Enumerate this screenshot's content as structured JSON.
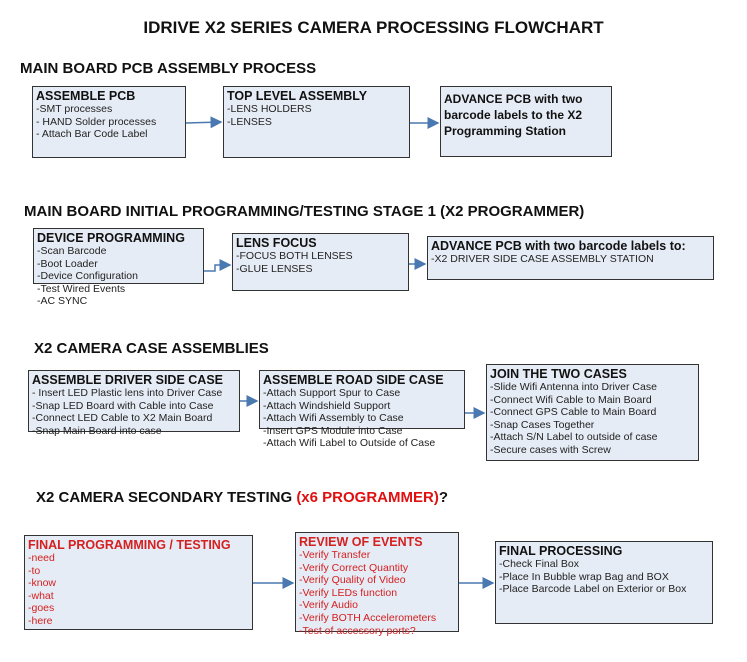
{
  "title": "IDRIVE X2  SERIES CAMERA PROCESSING FLOWCHART",
  "sections": [
    {
      "heading": "MAIN BOARD PCB ASSEMBLY PROCESS",
      "boxes": [
        {
          "title": "ASSEMBLE PCB",
          "items": [
            " -SMT processes",
            "- HAND Solder processes",
            "- Attach Bar Code Label"
          ]
        },
        {
          "title": "TOP LEVEL ASSEMBLY",
          "items": [
            "-LENS HOLDERS",
            "-LENSES"
          ]
        },
        {
          "title": "ADVANCE PCB with two barcode labels to the  X2 Programming Station",
          "items": []
        }
      ]
    },
    {
      "heading": "MAIN BOARD INITIAL PROGRAMMING/TESTING STAGE 1 (X2 PROGRAMMER)",
      "boxes": [
        {
          "title": "DEVICE PROGRAMMING",
          "items": [
            "-Scan Barcode",
            "-Boot Loader",
            "-Device Configuration",
            "-Test Wired Events",
            "-AC SYNC"
          ]
        },
        {
          "title": "LENS FOCUS",
          "items": [
            "-FOCUS BOTH LENSES",
            "-GLUE LENSES"
          ]
        },
        {
          "title": "ADVANCE PCB with two barcode labels to:",
          "items": [
            "-X2 DRIVER  SIDE  CASE  ASSEMBLY STATION"
          ]
        }
      ]
    },
    {
      "heading": "X2 CAMERA CASE ASSEMBLIES",
      "boxes": [
        {
          "title": "ASSEMBLE DRIVER SIDE CASE",
          "items": [
            "- Insert LED Plastic lens into Driver Case",
            "-Snap LED Board with Cable into Case",
            "-Connect LED Cable to X2 Main Board",
            "-Snap Main Board into case"
          ]
        },
        {
          "title": "ASSEMBLE ROAD SIDE CASE",
          "items": [
            "-Attach Support Spur to Case",
            "-Attach Windshield Support",
            "-Attach Wifi Assembly to Case",
            "-Insert GPS Module into Case",
            "-Attach Wifi Label to Outside of Case"
          ]
        },
        {
          "title": "JOIN THE TWO CASES",
          "items": [
            "-Slide Wifi Antenna into Driver Case",
            "-Connect Wifi Cable to Main Board",
            "-Connect GPS Cable to Main Board",
            "-Snap Cases Together",
            "-Attach S/N Label to outside of case",
            "-Secure cases with Screw"
          ]
        }
      ]
    },
    {
      "heading": "X2 CAMERA SECONDARY TESTING ",
      "heading_red": "(x6 PROGRAMMER)",
      "heading_tail": "?",
      "boxes": [
        {
          "title": "FINAL PROGRAMMING / TESTING",
          "items": [
            "-need",
            "-to",
            "-know",
            "-what",
            "-goes",
            "-here"
          ]
        },
        {
          "title": "REVIEW OF EVENTS",
          "items": [
            "-Verify Transfer",
            "-Verify Correct Quantity",
            "-Verify Quality of Video",
            "-Verify LEDs function",
            "-Verify Audio",
            "-Verify BOTH Accelerometers",
            "-Test of accessory ports?"
          ]
        },
        {
          "title": "FINAL PROCESSING",
          "items": [
            " -Check Final Box",
            "-Place In Bubble wrap Bag and BOX",
            "-Place Barcode Label on Exterior or Box"
          ]
        }
      ]
    }
  ],
  "colors": {
    "box_fill": "#e6ecf5",
    "arrow": "#4a78b0",
    "red_text": "#d42020"
  }
}
